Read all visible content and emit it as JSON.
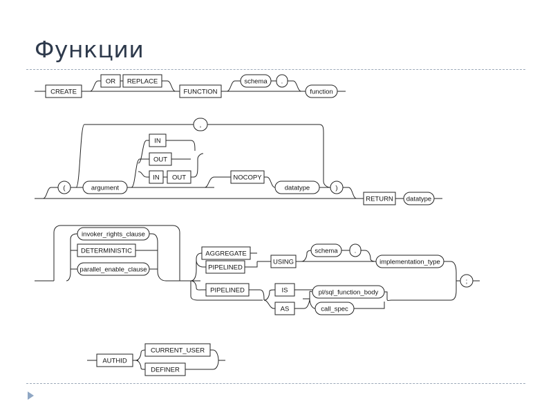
{
  "title": "Функции",
  "diagram": {
    "create": "CREATE",
    "or": "OR",
    "replace": "REPLACE",
    "function_kw": "FUNCTION",
    "schema": "schema",
    "dot": ".",
    "function_name": "function",
    "comma": ",",
    "lparen": "(",
    "argument": "argument",
    "in": "IN",
    "out": "OUT",
    "in2": "IN",
    "out2": "OUT",
    "nocopy": "NOCOPY",
    "datatype": "datatype",
    "rparen": ")",
    "return_kw": "RETURN",
    "return_datatype": "datatype",
    "invoker_rights_clause": "invoker_rights_clause",
    "deterministic": "DETERMINISTIC",
    "parallel_enable_clause": "parallel_enable_clause",
    "aggregate": "AGGREGATE",
    "pipelined": "PIPELINED",
    "using": "USING",
    "schema2": "schema",
    "dot2": ".",
    "implementation_type": "implementation_type",
    "semicolon": ";",
    "pipelined2": "PIPELINED",
    "is": "IS",
    "as": "AS",
    "plsql_function_body": "pl/sql_function_body",
    "call_spec": "call_spec",
    "authid": "AUTHID",
    "current_user": "CURRENT_USER",
    "definer": "DEFINER"
  }
}
